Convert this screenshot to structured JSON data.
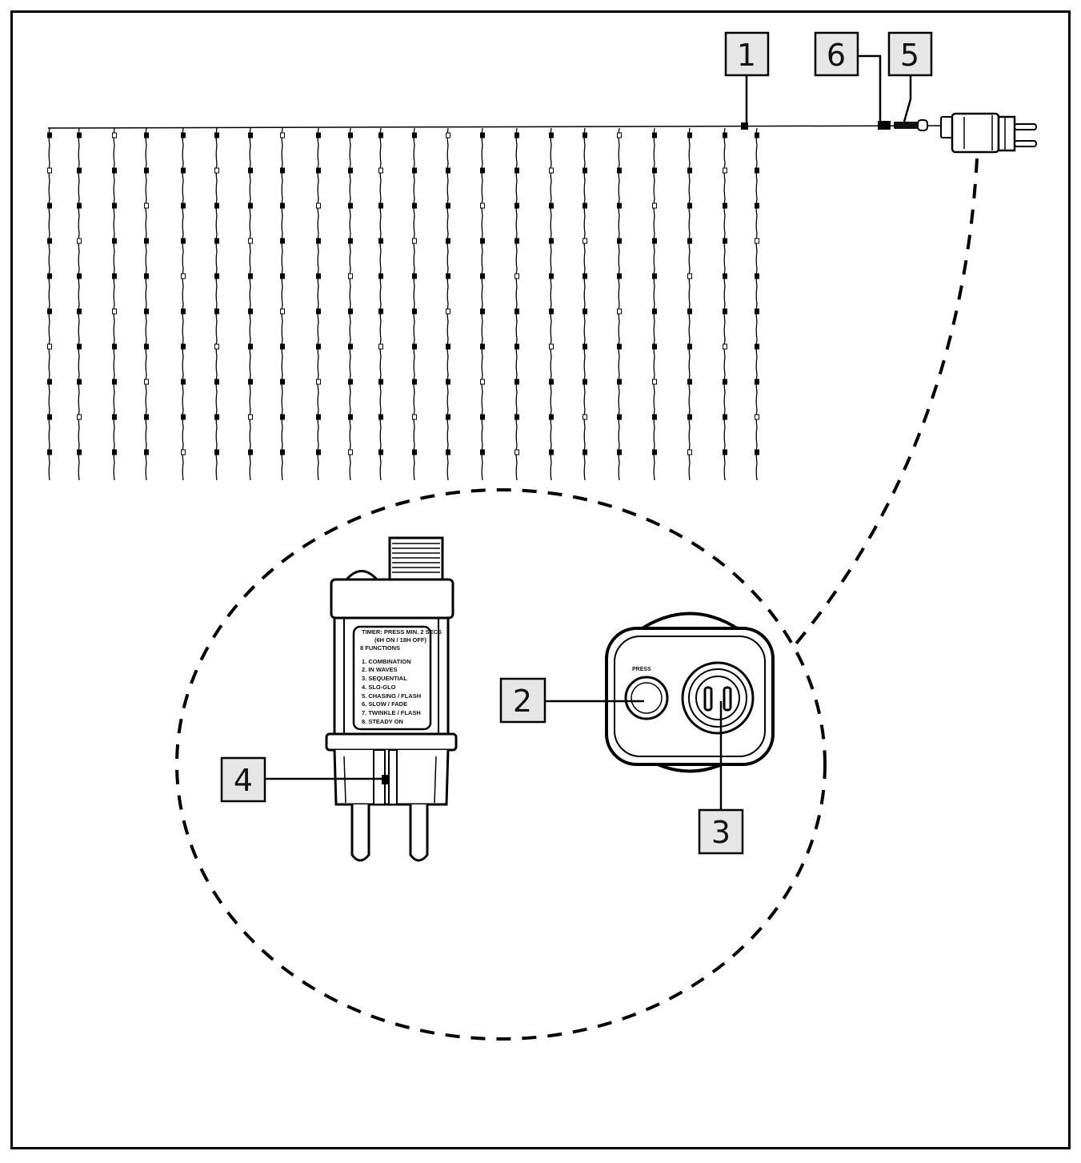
{
  "callouts": [
    {
      "id": "1",
      "label": "1"
    },
    {
      "id": "2",
      "label": "2"
    },
    {
      "id": "3",
      "label": "3"
    },
    {
      "id": "4",
      "label": "4"
    },
    {
      "id": "5",
      "label": "5"
    },
    {
      "id": "6",
      "label": "6"
    }
  ],
  "controller_label": {
    "line1": "TIMER: PRESS MIN. 2 SECS",
    "line2": "(6H ON / 18H OFF)",
    "line3": "8 FUNCTIONS",
    "functions": [
      "1. COMBINATION",
      "2. IN WAVES",
      "3. SEQUENTIAL",
      "4. SLO-GLO",
      "5. CHASING / FLASH",
      "6. SLOW / FADE",
      "7. TWINKLE / FLASH",
      "8. STEADY ON"
    ]
  },
  "press_label": "PRESS",
  "colors": {
    "line": "#000000",
    "callout_bg": "#e6e6e6",
    "bg": "#ffffff"
  }
}
